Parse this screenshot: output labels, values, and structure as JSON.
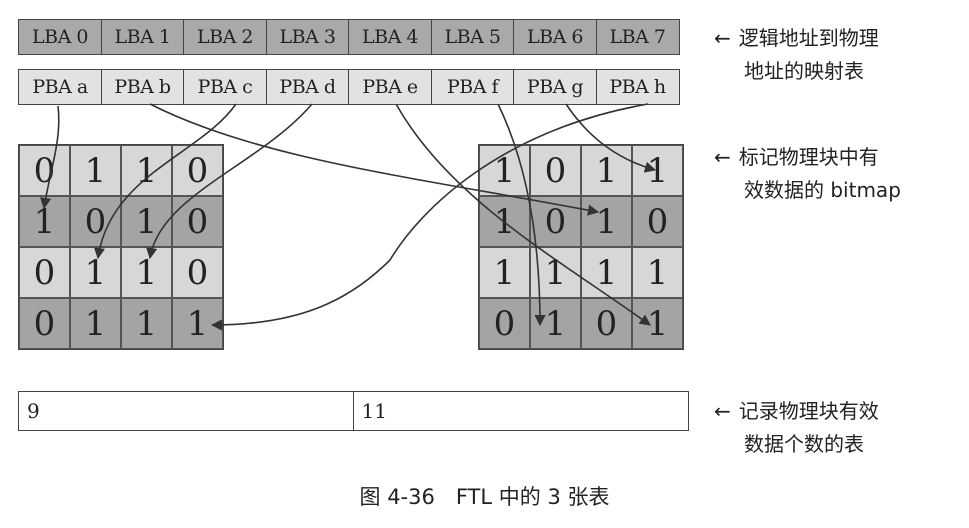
{
  "lba_row": [
    "LBA 0",
    "LBA 1",
    "LBA 2",
    "LBA 3",
    "LBA 4",
    "LBA 5",
    "LBA 6",
    "LBA 7"
  ],
  "pba_row": [
    "PBA a",
    "PBA b",
    "PBA c",
    "PBA d",
    "PBA e",
    "PBA f",
    "PBA g",
    "PBA h"
  ],
  "bitmap_left": [
    [
      "0",
      "1",
      "1",
      "0"
    ],
    [
      "1",
      "0",
      "1",
      "0"
    ],
    [
      "0",
      "1",
      "1",
      "0"
    ],
    [
      "0",
      "1",
      "1",
      "1"
    ]
  ],
  "bitmap_right": [
    [
      "1",
      "0",
      "1",
      "1"
    ],
    [
      "1",
      "0",
      "1",
      "0"
    ],
    [
      "1",
      "1",
      "1",
      "1"
    ],
    [
      "0",
      "1",
      "0",
      "1"
    ]
  ],
  "counts": [
    "9",
    "11"
  ],
  "labels": {
    "mapping": [
      "逻辑地址到物理",
      "地址的映射表"
    ],
    "bitmap": [
      "标记物理块中有",
      "效数据的 bitmap"
    ],
    "counts": [
      "记录物理块有效",
      "数据个数的表"
    ],
    "arrow_glyph": "←"
  },
  "caption": "图 4-36　FTL 中的 3 张表"
}
